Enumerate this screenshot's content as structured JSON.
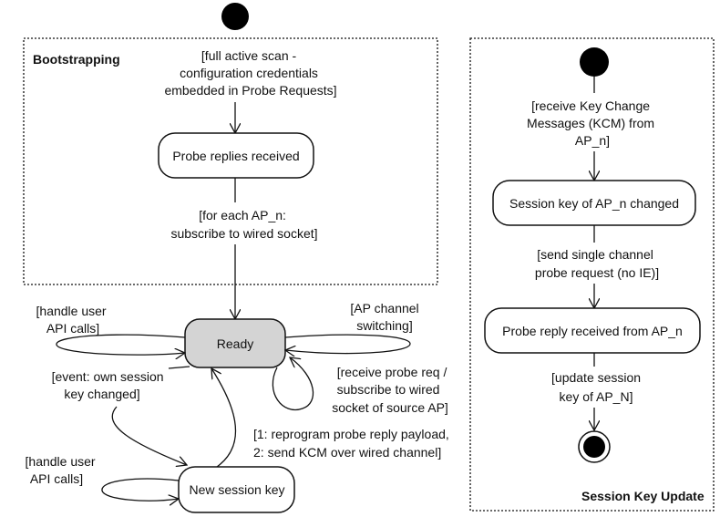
{
  "frames": {
    "bootstrapping": "Bootstrapping",
    "session_key_update": "Session Key Update"
  },
  "states": {
    "probe_replies_received": "Probe replies received",
    "ready": "Ready",
    "new_session_key": "New session key",
    "session_key_changed": "Session key of AP_n changed",
    "probe_reply_from_ap": "Probe reply received from AP_n"
  },
  "transitions": {
    "full_scan": [
      "[full active scan -",
      "configuration credentials",
      "embedded in Probe Requests]"
    ],
    "for_each_ap": [
      "[for each AP_n:",
      "subscribe to wired socket]"
    ],
    "handle_user_api_ready": [
      "[handle user",
      "API calls]"
    ],
    "ap_channel_switching": [
      "[AP channel",
      "switching]"
    ],
    "receive_probe_req": [
      "[receive probe req /",
      "subscribe to wired",
      "socket of source AP]"
    ],
    "event_own_session_key": [
      "[event: own session",
      "key changed]"
    ],
    "reprogram": [
      "[1: reprogram probe reply payload,",
      "2: send KCM over wired channel]"
    ],
    "handle_user_api_new": [
      "[handle user",
      "API calls]"
    ],
    "receive_kcm": [
      "[receive Key Change",
      "Messages (KCM) from",
      "AP_n]"
    ],
    "send_single_channel": [
      "[send single channel",
      "probe request (no IE)]"
    ],
    "update_session_key": [
      "[update session",
      "key of AP_N]"
    ]
  }
}
